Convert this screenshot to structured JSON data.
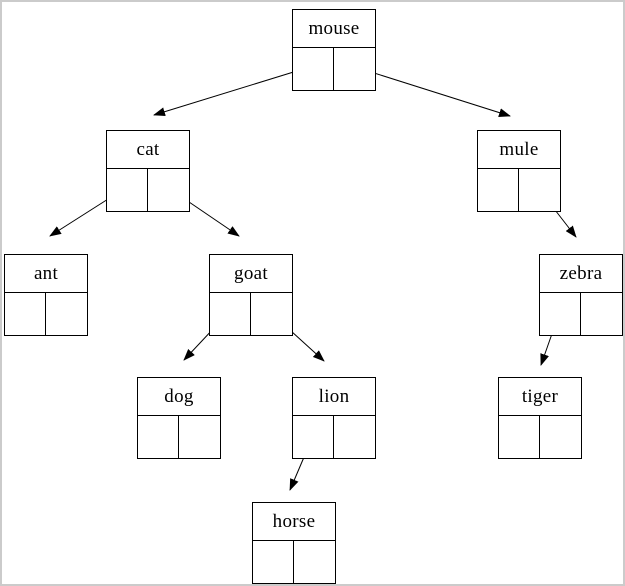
{
  "diagram": {
    "type": "binary-tree-linked-nodes",
    "nodes": [
      {
        "id": "mouse",
        "label": "mouse"
      },
      {
        "id": "cat",
        "label": "cat"
      },
      {
        "id": "mule",
        "label": "mule"
      },
      {
        "id": "ant",
        "label": "ant"
      },
      {
        "id": "goat",
        "label": "goat"
      },
      {
        "id": "zebra",
        "label": "zebra"
      },
      {
        "id": "dog",
        "label": "dog"
      },
      {
        "id": "lion",
        "label": "lion"
      },
      {
        "id": "tiger",
        "label": "tiger"
      },
      {
        "id": "horse",
        "label": "horse"
      }
    ],
    "edges": [
      {
        "from": "mouse",
        "slot": "left",
        "to": "cat"
      },
      {
        "from": "mouse",
        "slot": "right",
        "to": "mule"
      },
      {
        "from": "cat",
        "slot": "left",
        "to": "ant"
      },
      {
        "from": "cat",
        "slot": "right",
        "to": "goat"
      },
      {
        "from": "goat",
        "slot": "left",
        "to": "dog"
      },
      {
        "from": "goat",
        "slot": "right",
        "to": "lion"
      },
      {
        "from": "lion",
        "slot": "left",
        "to": "horse"
      },
      {
        "from": "mule",
        "slot": "right",
        "to": "zebra"
      },
      {
        "from": "zebra",
        "slot": "left",
        "to": "tiger"
      }
    ],
    "colors": {
      "line": "#000000",
      "box_border": "#000000",
      "background": "#ffffff",
      "page_border": "#cbcbcb"
    }
  }
}
